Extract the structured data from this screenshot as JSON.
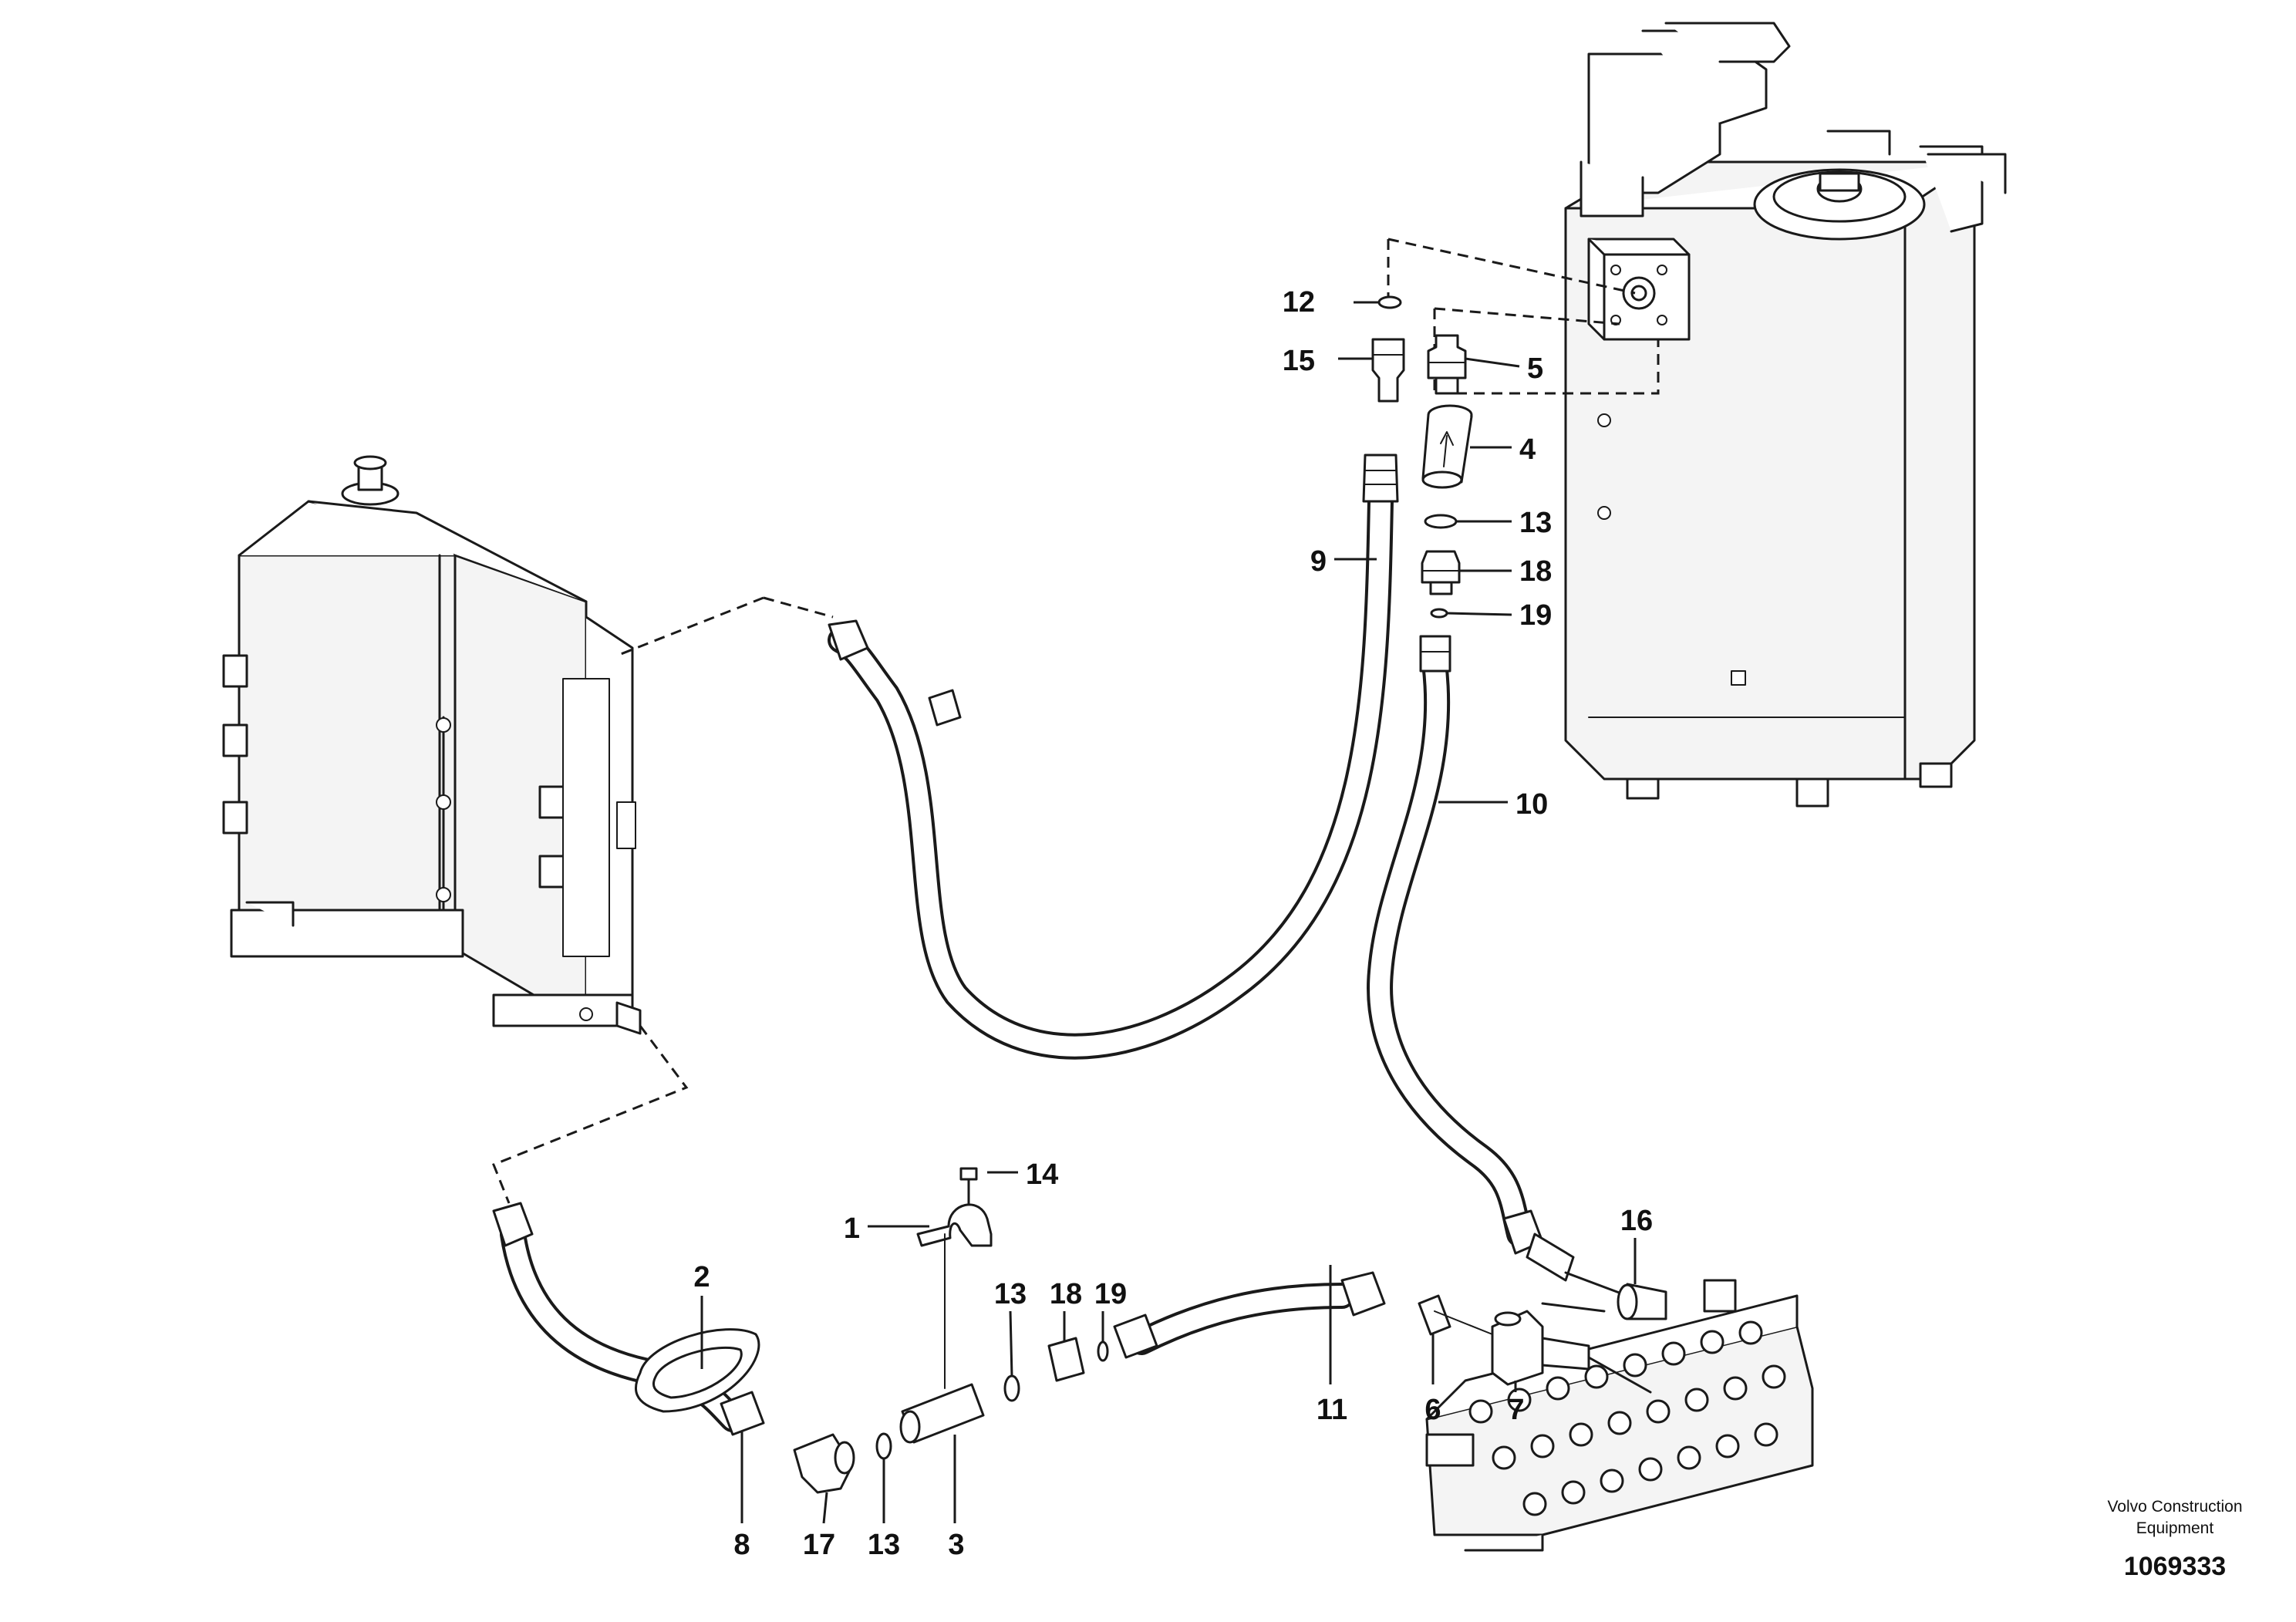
{
  "callouts": [
    {
      "label": "1"
    },
    {
      "label": "2"
    },
    {
      "label": "3"
    },
    {
      "label": "4"
    },
    {
      "label": "5"
    },
    {
      "label": "6"
    },
    {
      "label": "7"
    },
    {
      "label": "8"
    },
    {
      "label": "9"
    },
    {
      "label": "10"
    },
    {
      "label": "11"
    },
    {
      "label": "12"
    },
    {
      "label": "13"
    },
    {
      "label": "13"
    },
    {
      "label": "13"
    },
    {
      "label": "14"
    },
    {
      "label": "15"
    },
    {
      "label": "16"
    },
    {
      "label": "17"
    },
    {
      "label": "18"
    },
    {
      "label": "18"
    },
    {
      "label": "19"
    },
    {
      "label": "19"
    }
  ],
  "footer": {
    "brand_line1": "Volvo Construction",
    "brand_line2": "Equipment",
    "document_number": "1069333"
  }
}
